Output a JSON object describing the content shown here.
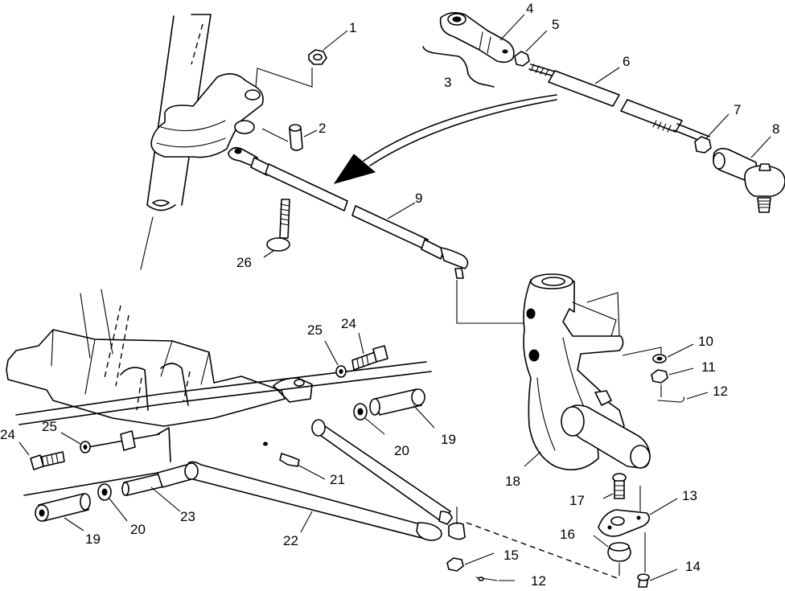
{
  "callouts": [
    {
      "id": "1",
      "text": "1"
    },
    {
      "id": "2",
      "text": "2"
    },
    {
      "id": "3",
      "text": "3"
    },
    {
      "id": "4",
      "text": "4"
    },
    {
      "id": "5",
      "text": "5"
    },
    {
      "id": "6",
      "text": "6"
    },
    {
      "id": "7",
      "text": "7"
    },
    {
      "id": "8",
      "text": "8"
    },
    {
      "id": "9",
      "text": "9"
    },
    {
      "id": "10",
      "text": "10"
    },
    {
      "id": "11",
      "text": "11"
    },
    {
      "id": "12a",
      "text": "12"
    },
    {
      "id": "12b",
      "text": "12"
    },
    {
      "id": "13",
      "text": "13"
    },
    {
      "id": "14",
      "text": "14"
    },
    {
      "id": "15",
      "text": "15"
    },
    {
      "id": "16",
      "text": "16"
    },
    {
      "id": "17",
      "text": "17"
    },
    {
      "id": "18",
      "text": "18"
    },
    {
      "id": "19a",
      "text": "19"
    },
    {
      "id": "19b",
      "text": "19"
    },
    {
      "id": "20a",
      "text": "20"
    },
    {
      "id": "20b",
      "text": "20"
    },
    {
      "id": "21",
      "text": "21"
    },
    {
      "id": "22",
      "text": "22"
    },
    {
      "id": "23",
      "text": "23"
    },
    {
      "id": "24a",
      "text": "24"
    },
    {
      "id": "24b",
      "text": "24"
    },
    {
      "id": "25a",
      "text": "25"
    },
    {
      "id": "25b",
      "text": "25"
    },
    {
      "id": "26",
      "text": "26"
    }
  ]
}
